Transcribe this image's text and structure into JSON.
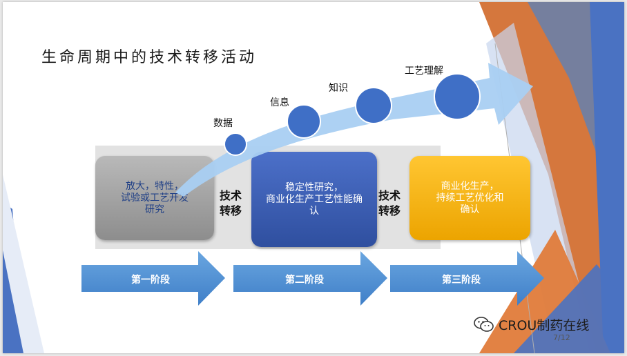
{
  "title": "生命周期中的技术转移活动",
  "stages": [
    {
      "box_text": "放大，特性，\n试验或工艺开发\n研究",
      "arrow_label": "第一阶段"
    },
    {
      "box_text": "稳定性研究，\n商业化生产工艺性能确\n认",
      "arrow_label": "第二阶段"
    },
    {
      "box_text": "商业化生产，\n持续工艺优化和\n确认",
      "arrow_label": "第三阶段"
    }
  ],
  "transfer_labels": [
    "技术\n转移",
    "技术\n转移"
  ],
  "knowledge_labels": [
    "数据",
    "信息",
    "知识",
    "工艺理解"
  ],
  "watermark": "CROU制药在线",
  "page_hint": "7/12",
  "colors": {
    "stage_arrow": "#4f8fd4",
    "curve_arrow": "#a9cff2",
    "circle": "#3f6fc6",
    "gray_box": "#9e9e9e",
    "blue_box": "#3a5db3",
    "gold_box": "#f5b415",
    "deco_orange": "#d5773d",
    "deco_blue": "#4a72c2"
  },
  "icons": [
    "wechat-icon"
  ]
}
